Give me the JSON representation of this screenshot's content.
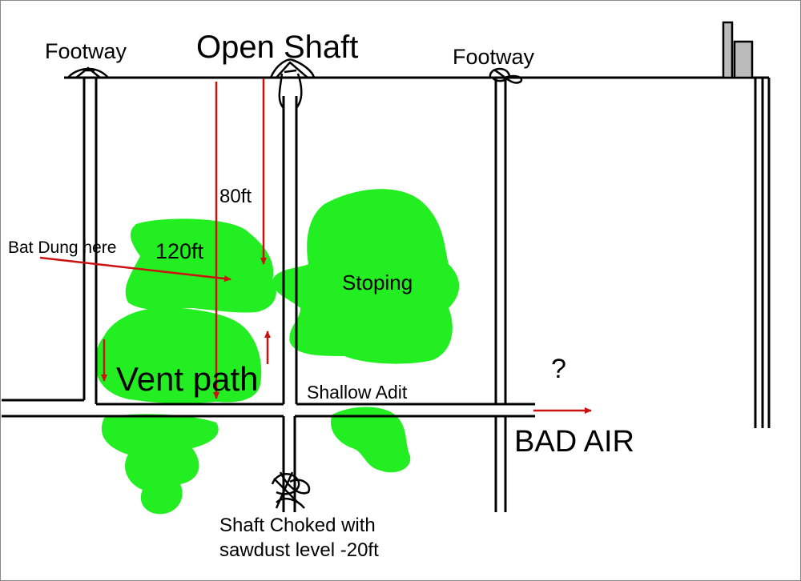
{
  "labels": {
    "footway_left": "Footway",
    "open_shaft": "Open Shaft",
    "footway_right": "Footway",
    "depth_80": "80ft",
    "depth_120": "120ft",
    "bat_dung": "Bat Dung here",
    "stoping": "Stoping",
    "vent_path": "Vent path",
    "shallow_adit": "Shallow Adit",
    "question": "?",
    "bad_air": "BAD AIR",
    "choked_line1": "Shaft Choked with",
    "choked_line2": "sawdust level -20ft"
  },
  "colors": {
    "line": "#000000",
    "arrow": "#cc1111",
    "green": "#22ee22",
    "building": "#bbbbbb"
  }
}
